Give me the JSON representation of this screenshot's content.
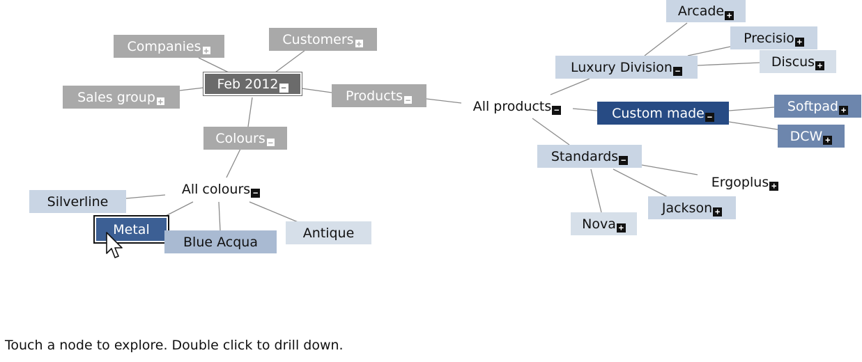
{
  "nodes": {
    "companies": {
      "label": "Companies",
      "toggle": "+"
    },
    "customers": {
      "label": "Customers",
      "toggle": "+"
    },
    "feb2012": {
      "label": "Feb 2012",
      "toggle": "−"
    },
    "salesgroup": {
      "label": "Sales group",
      "toggle": "+"
    },
    "products": {
      "label": "Products",
      "toggle": "−"
    },
    "colours": {
      "label": "Colours",
      "toggle": "−"
    },
    "allcolours": {
      "label": "All colours",
      "toggle": "−"
    },
    "silverline": {
      "label": "Silverline"
    },
    "metal": {
      "label": "Metal"
    },
    "blueacqua": {
      "label": "Blue Acqua"
    },
    "antique": {
      "label": "Antique"
    },
    "allproducts": {
      "label": "All products",
      "toggle": "−"
    },
    "arcade": {
      "label": "Arcade",
      "toggle": "+"
    },
    "precisio": {
      "label": "Precisio",
      "toggle": "+"
    },
    "luxury": {
      "label": "Luxury Division",
      "toggle": "−"
    },
    "discus": {
      "label": "Discus",
      "toggle": "+"
    },
    "custommade": {
      "label": "Custom made",
      "toggle": "−"
    },
    "softpad": {
      "label": "Softpad",
      "toggle": "+"
    },
    "dcw": {
      "label": "DCW",
      "toggle": "+"
    },
    "standards": {
      "label": "Standards",
      "toggle": "−"
    },
    "ergoplus": {
      "label": "Ergoplus",
      "toggle": "+"
    },
    "jackson": {
      "label": "Jackson",
      "toggle": "+"
    },
    "nova": {
      "label": "Nova",
      "toggle": "+"
    }
  },
  "hint": "Touch a node to explore. Double click to drill down.",
  "colors": {
    "gray": "#a9a9a9",
    "dark_gray": "#6b6b6b",
    "navy": "#274b84",
    "selected": "#3c5f94",
    "mid_blue": "#6d86ad",
    "light_blue": "#c9d5e4",
    "edge": "#8a8a8a"
  },
  "icons": {
    "expand": "plus-box-icon",
    "collapse": "minus-box-icon",
    "cursor": "mouse-pointer-icon"
  }
}
